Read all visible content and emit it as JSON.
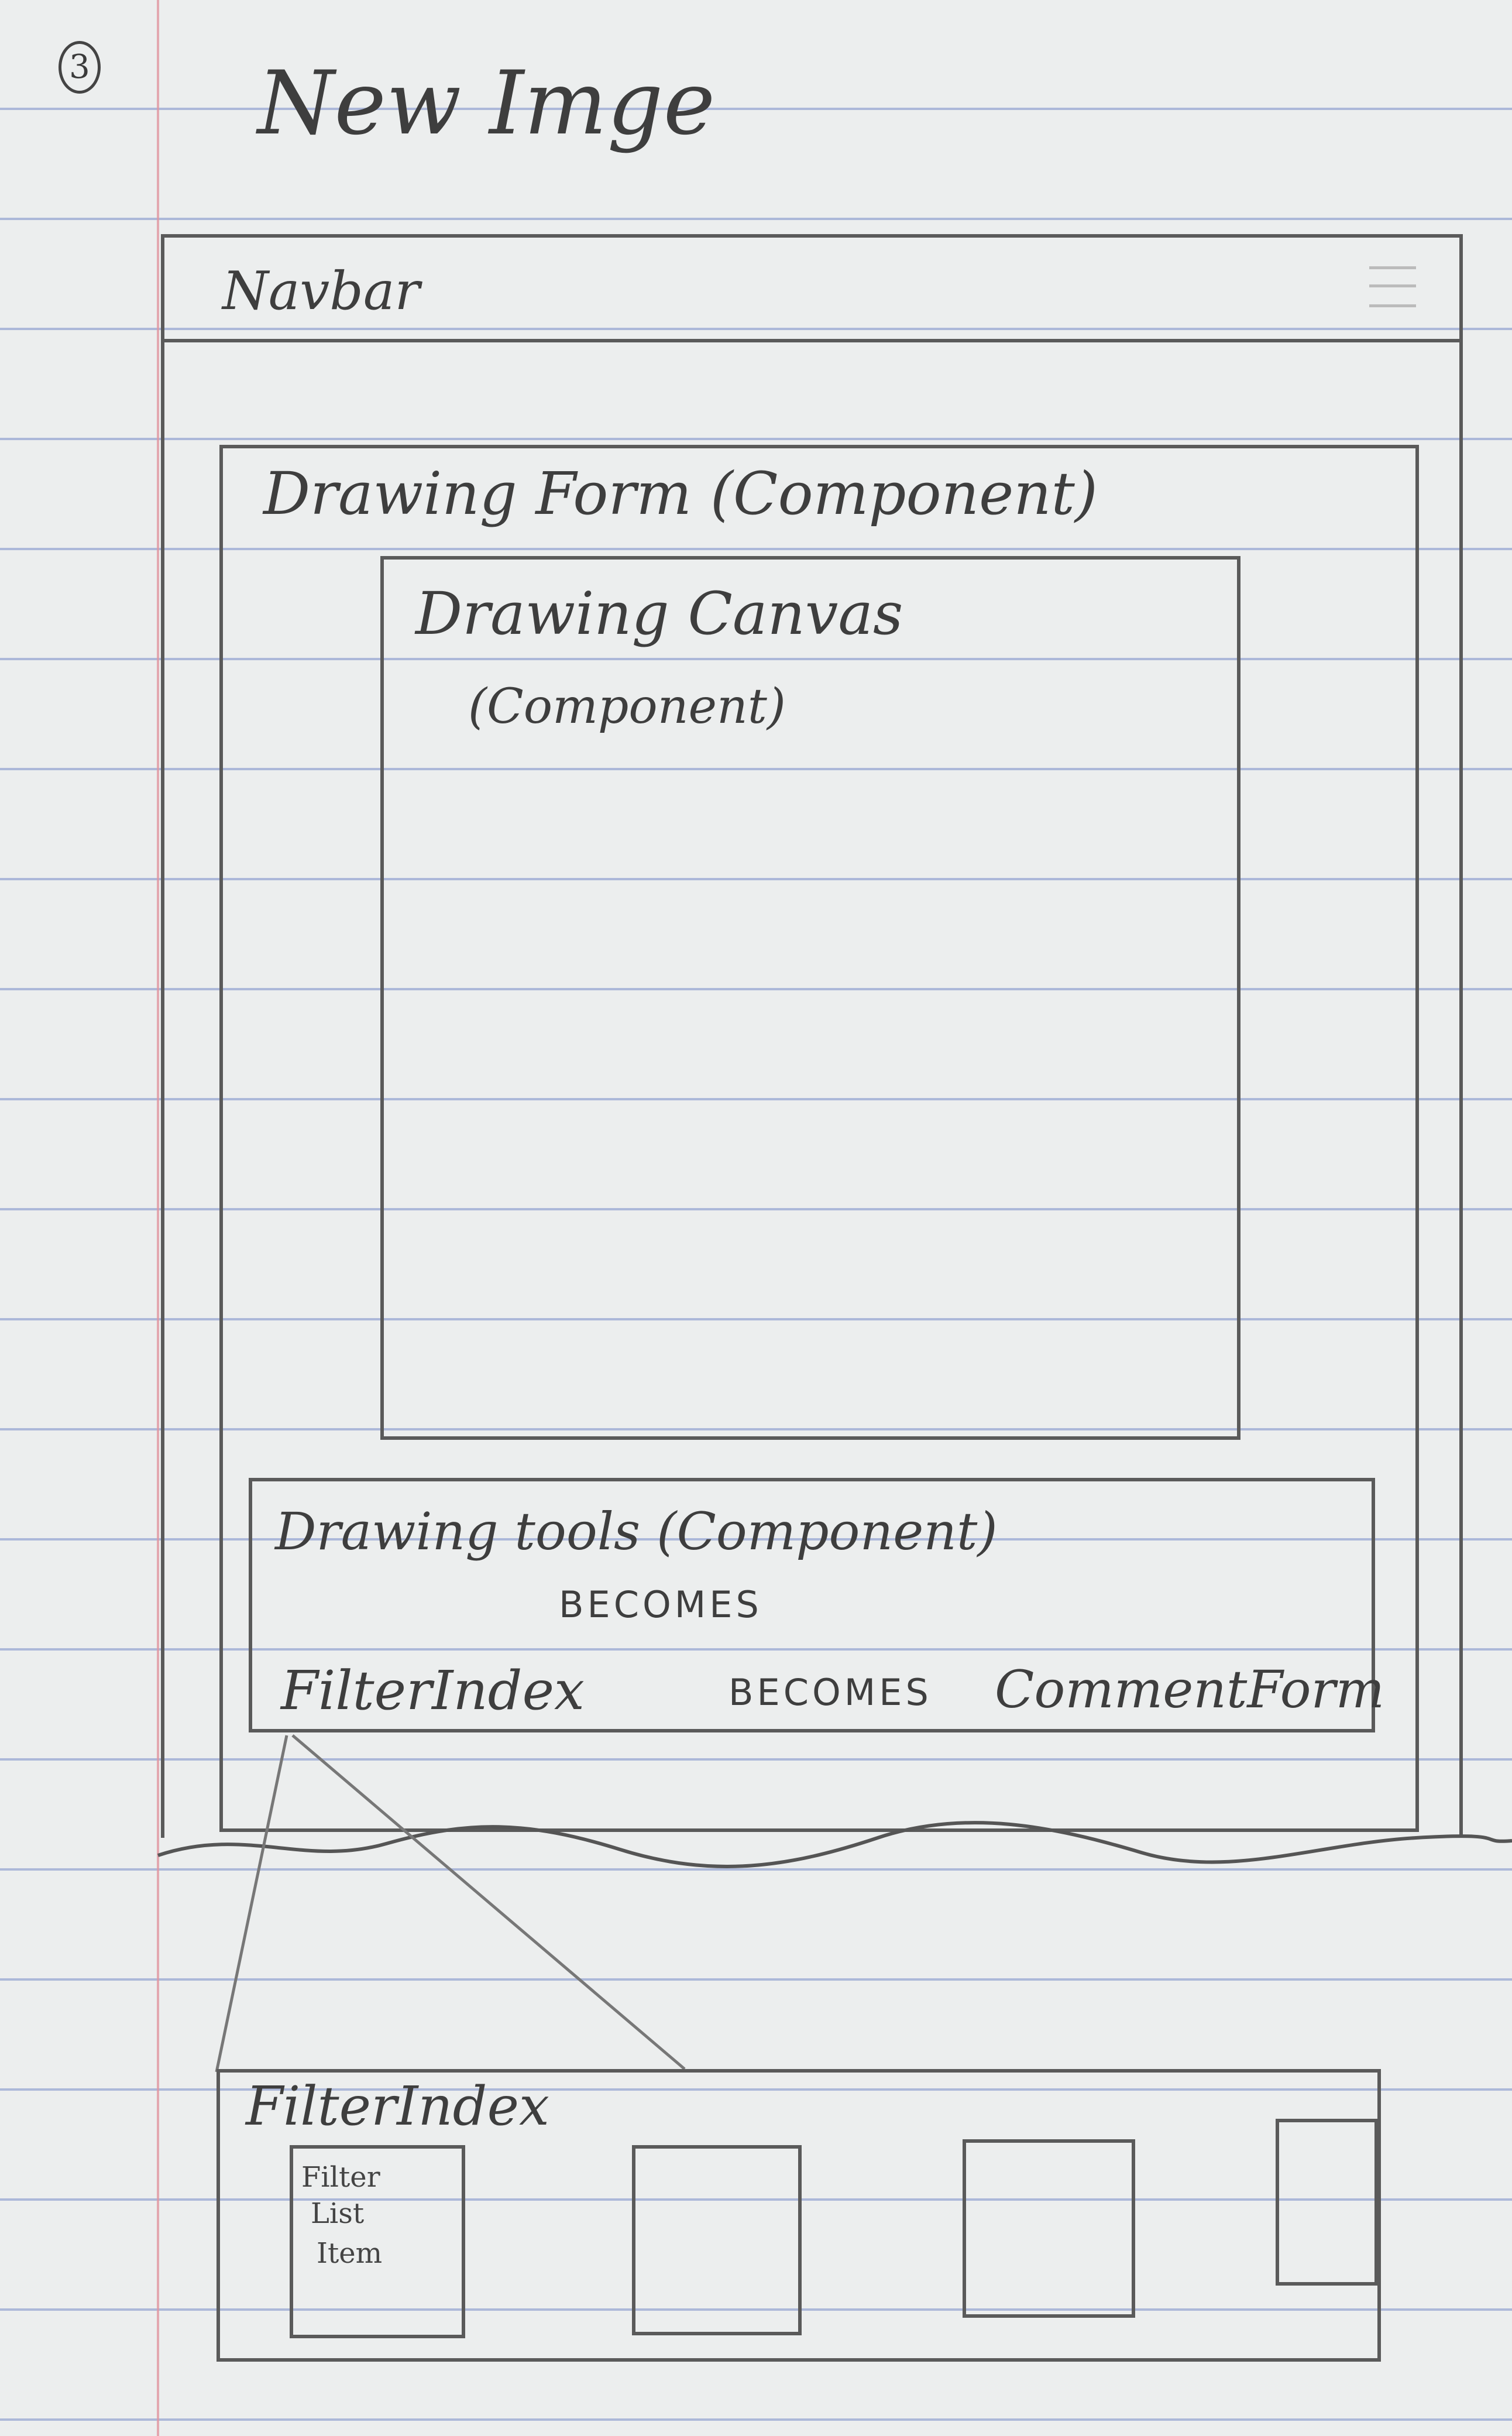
{
  "page_number": "3",
  "title": "New Imge",
  "navbar": {
    "label": "Navbar"
  },
  "drawing_form": {
    "label": "Drawing Form (Component)"
  },
  "drawing_canvas": {
    "label_line1": "Drawing Canvas",
    "label_line2": "(Component)"
  },
  "drawing_tools": {
    "label": "Drawing tools (Component)",
    "becomes_1": "BECOMES",
    "filter_index": "FilterIndex",
    "becomes_2": "BECOMES",
    "comment_form": "CommentForm"
  },
  "filter_index_detail": {
    "label": "FilterIndex",
    "item": {
      "line1": "Filter",
      "line2": "List",
      "line3": "Item"
    }
  }
}
